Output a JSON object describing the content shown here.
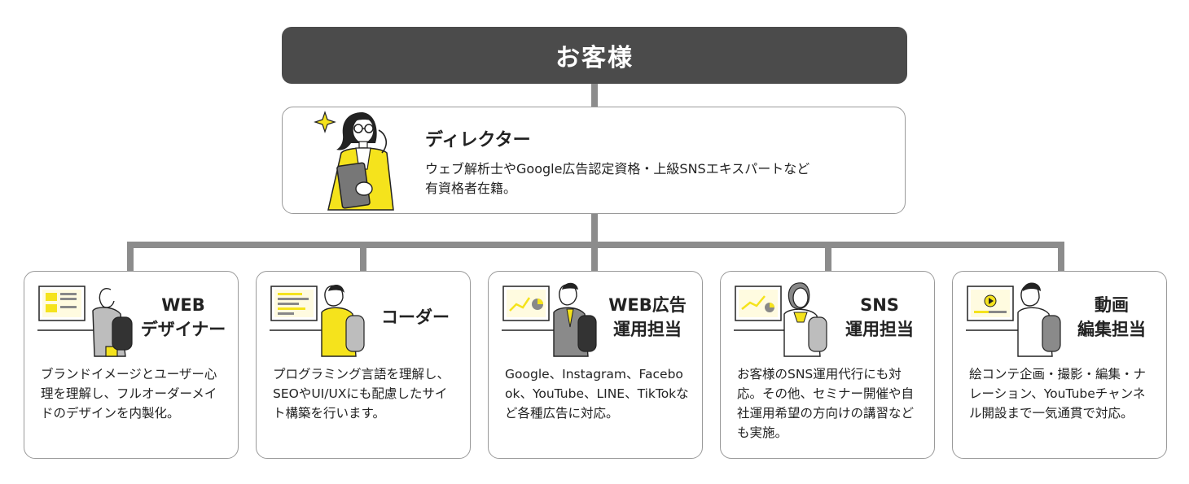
{
  "client": {
    "label": "お客様"
  },
  "director": {
    "title": "ディレクター",
    "desc_lines": [
      "ウェブ解析士やGoogle広告認定資格・上級SNSエキスパートなど",
      "有資格者在籍。"
    ]
  },
  "roles": [
    {
      "title_lines": [
        "WEB",
        "デザイナー"
      ],
      "desc": "ブランドイメージとユーザー心理を理解し、フルオーダーメイドのデザインを内製化。"
    },
    {
      "title_lines": [
        "コーダー"
      ],
      "desc": "プログラミング言語を理解し、SEOやUI/UXにも配慮したサイト構築を行います。"
    },
    {
      "title_lines": [
        "WEB広告",
        "運用担当"
      ],
      "desc": "Google、Instagram、Facebook、YouTube、LINE、TikTokなど各種広告に対応。"
    },
    {
      "title_lines": [
        "SNS",
        "運用担当"
      ],
      "desc": "お客様のSNS運用代行にも対応。その他、セミナー開催や自社運用希望の方向けの講習なども実施。"
    },
    {
      "title_lines": [
        "動画",
        "編集担当"
      ],
      "desc": "絵コンテ企画・撮影・編集・ナレーション、YouTubeチャンネル開設まで一気通貫で対応。"
    }
  ],
  "colors": {
    "client_bg": "#4b4b4b",
    "accent_yellow": "#f5e31c",
    "connector": "#8c8c8c",
    "border": "#9a9a9a"
  }
}
